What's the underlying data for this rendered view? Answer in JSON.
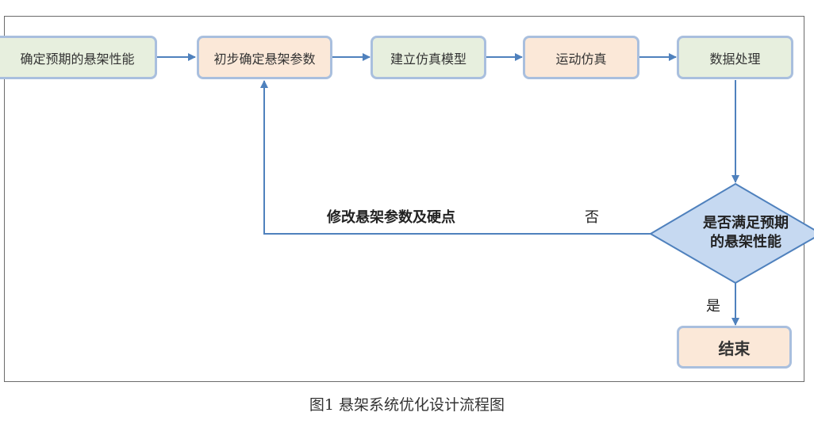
{
  "flow": {
    "steps": [
      "确定预期的悬架性能",
      "初步确定悬架参数",
      "建立仿真模型",
      "运动仿真",
      "数据处理"
    ],
    "decision": [
      "是否满足预期",
      "的悬架性能"
    ],
    "feedback_label": "修改悬架参数及硬点",
    "no_label": "否",
    "yes_label": "是",
    "end": "结束"
  },
  "caption": "图1 悬架系统优化设计流程图",
  "colors": {
    "box_border": "#a9bfde",
    "arrow": "#4f81bd",
    "green_fill": "#e7efde",
    "peach_fill": "#fbe8d8",
    "diamond_fill": "#c6d9f1"
  }
}
